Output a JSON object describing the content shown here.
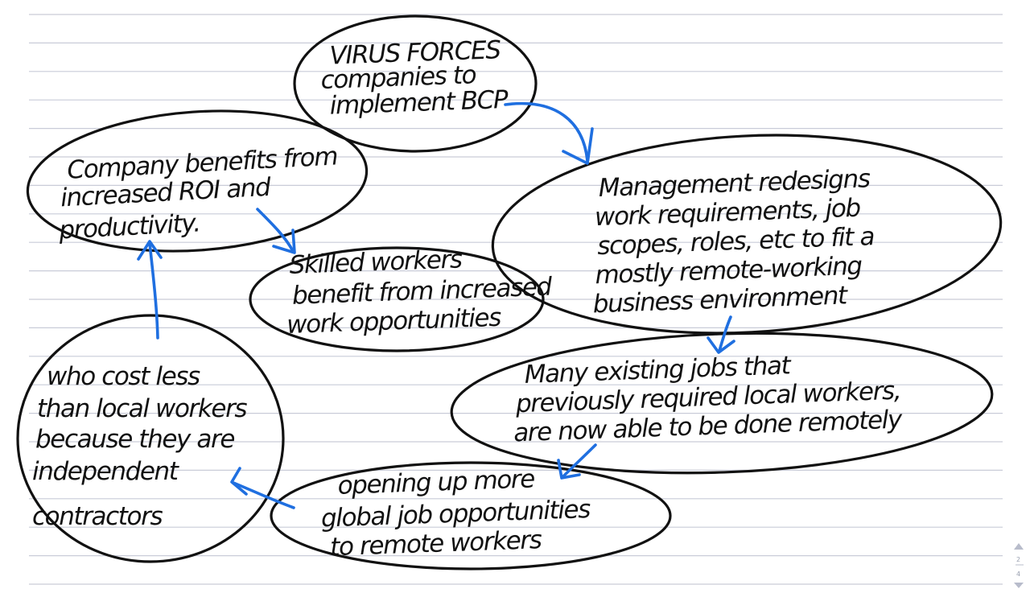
{
  "nodes": [
    {
      "id": "virus",
      "lines": [
        "VIRUS FORCES",
        "companies to",
        "implement BCP"
      ]
    },
    {
      "id": "management",
      "lines": [
        "Management redesigns",
        "work requirements, job",
        "scopes, roles, etc to fit a",
        "mostly remote-working",
        "business environment"
      ]
    },
    {
      "id": "existing-jobs",
      "lines": [
        "Many existing jobs that",
        "previously required local workers,",
        "are now able to be done remotely"
      ]
    },
    {
      "id": "global-jobs",
      "lines": [
        "opening up more",
        "global job opportunities",
        "to remote workers"
      ]
    },
    {
      "id": "cost-less",
      "lines": [
        "who cost less",
        "than local workers",
        "because they are",
        "independent",
        "contractors"
      ]
    },
    {
      "id": "company-benefits",
      "lines": [
        "Company benefits from",
        "increased ROI and",
        "productivity."
      ]
    },
    {
      "id": "skilled-workers",
      "lines": [
        "Skilled workers",
        "benefit from increased",
        "work opportunities"
      ]
    }
  ],
  "pager": {
    "current": "2",
    "total": "4"
  },
  "colors": {
    "ink": "#111111",
    "arrow": "#1f6fe0",
    "rule": "#c9ccd8"
  }
}
